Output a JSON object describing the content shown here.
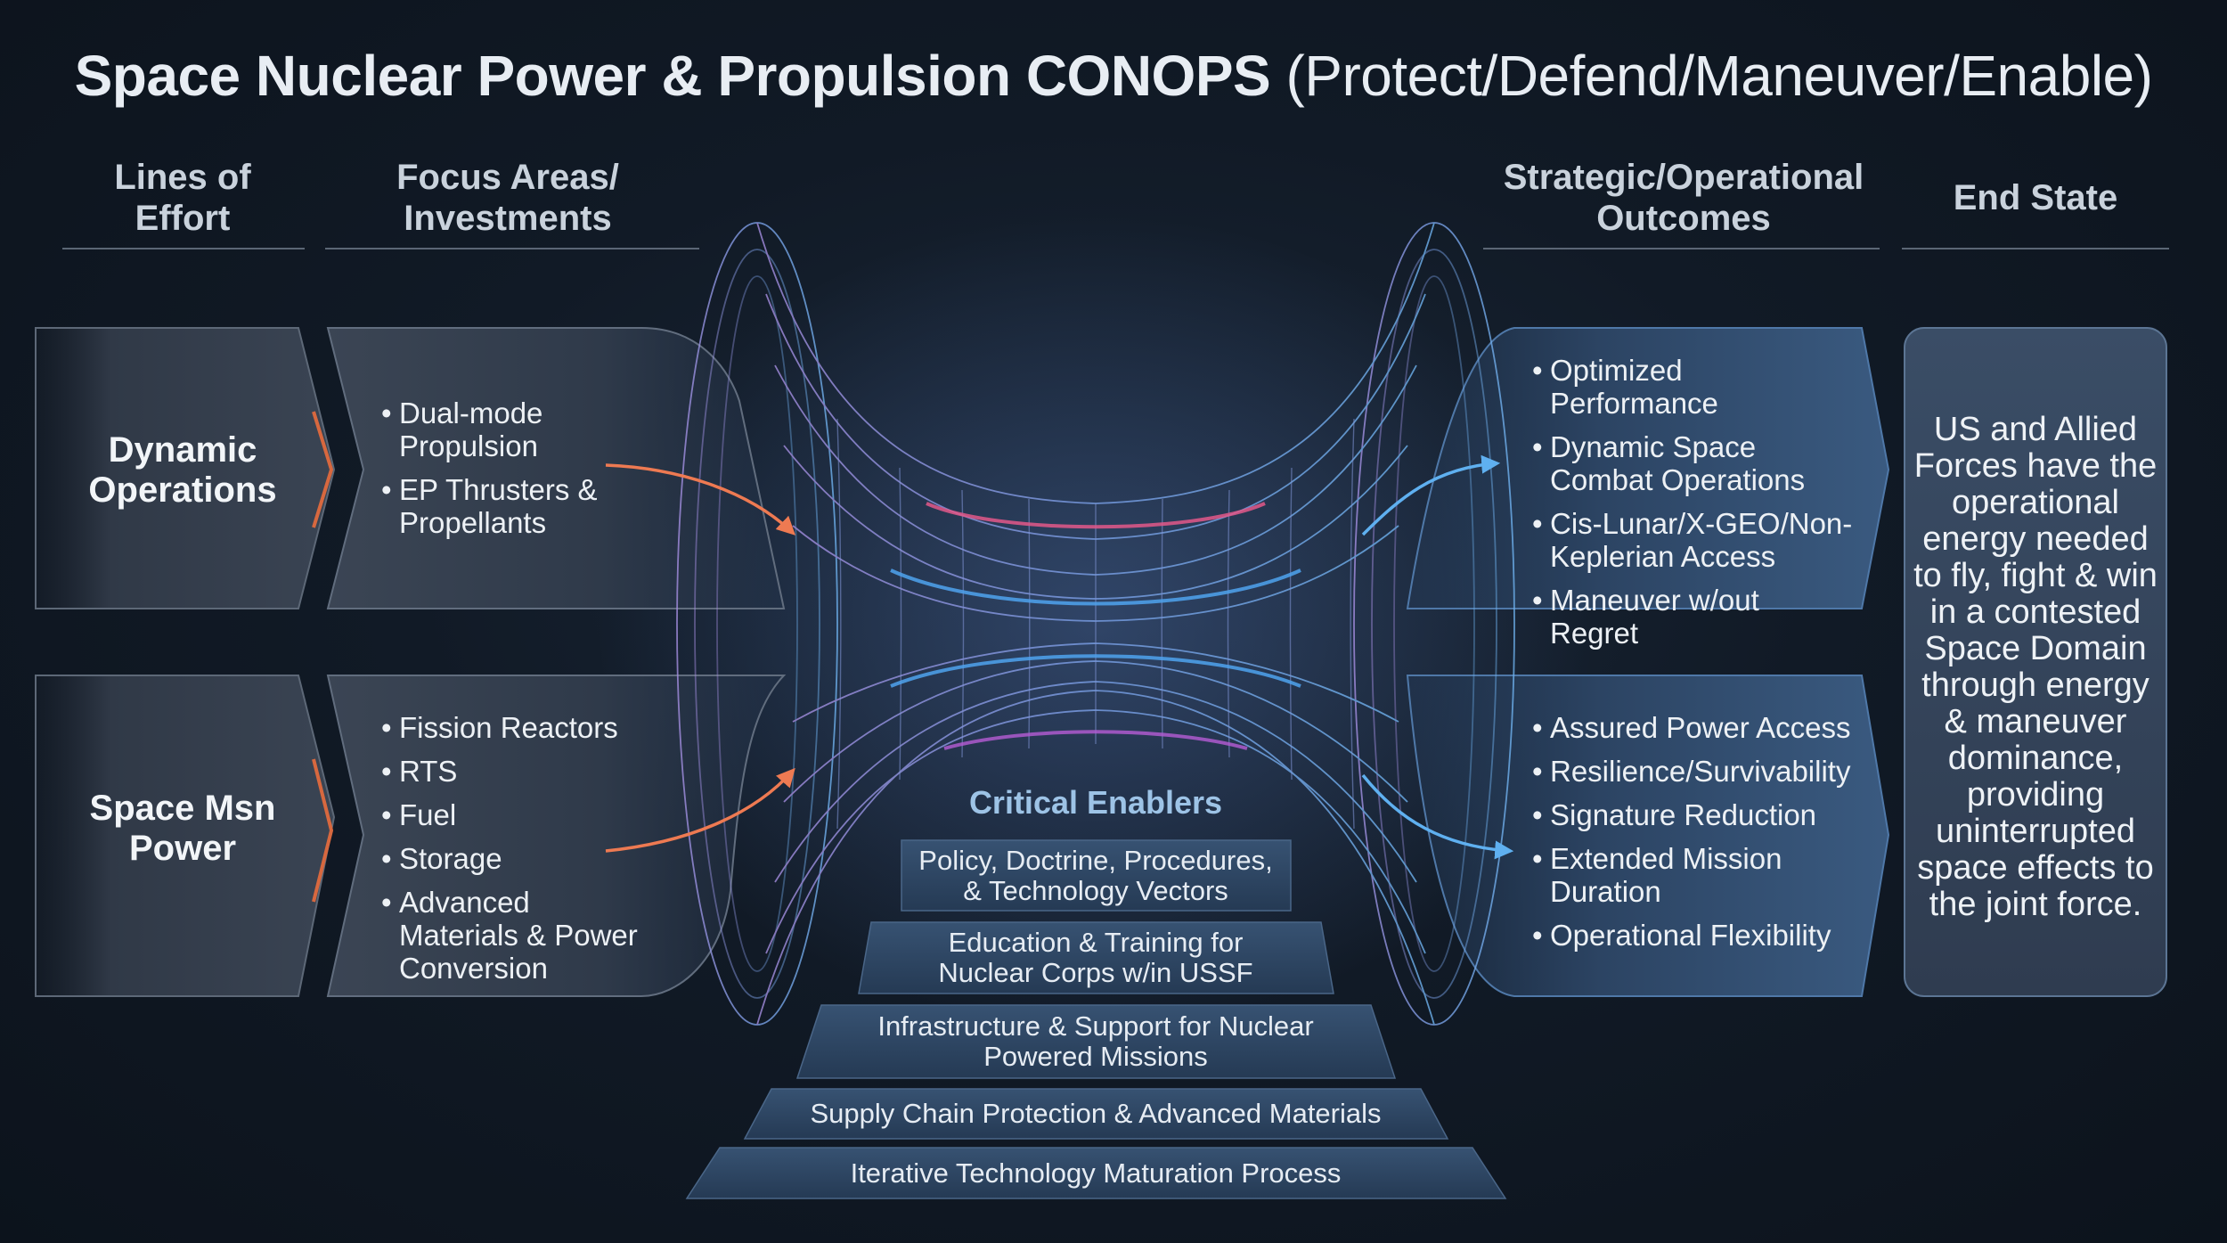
{
  "title": {
    "bold": "Space Nuclear Power & Propulsion CONOPS",
    "normal": "(Protect/Defend/Maneuver/Enable)"
  },
  "headers": {
    "lines_of_effort": "Lines of Effort",
    "focus_areas": "Focus Areas/ Investments",
    "outcomes": "Strategic/Operational Outcomes",
    "end_state": "End State"
  },
  "rows": [
    {
      "line_of_effort": "Dynamic Operations",
      "focus": [
        "Dual-mode Propulsion",
        "EP Thrusters & Propellants"
      ],
      "outcomes": [
        "Optimized Performance",
        "Dynamic Space Combat Operations",
        "Cis-Lunar/X-GEO/Non-Keplerian Access",
        "Maneuver w/out Regret"
      ]
    },
    {
      "line_of_effort": "Space Msn Power",
      "focus": [
        "Fission Reactors",
        "RTS",
        "Fuel",
        "Storage",
        "Advanced Materials & Power Conversion"
      ],
      "outcomes": [
        "Assured Power Access",
        "Resilience/Survivability",
        "Signature Reduction",
        "Extended Mission Duration",
        "Operational Flexibility"
      ]
    }
  ],
  "end_state": "US and Allied Forces have the operational energy needed to fly, fight & win in a contested Space Domain through energy & maneuver dominance, providing uninterrupted space effects to the joint force.",
  "enablers": {
    "title": "Critical Enablers",
    "tiers": [
      "Policy, Doctrine, Procedures, & Technology Vectors",
      "Education & Training for Nuclear Corps w/in USSF",
      "Infrastructure & Support for Nuclear Powered Missions",
      "Supply Chain Protection & Advanced Materials",
      "Iterative Technology Maturation Process"
    ]
  },
  "colors": {
    "accent_orange": "#e8734f",
    "accent_blue": "#5aa6e8",
    "mesh": "#8f9fe0",
    "panel": "#2b3442"
  }
}
